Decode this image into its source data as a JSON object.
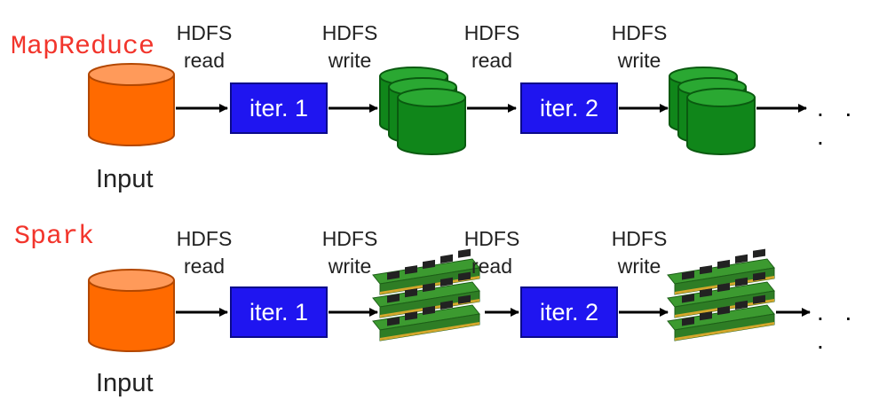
{
  "rows": [
    {
      "title": "MapReduce",
      "input_label": "Input",
      "iterations": [
        "iter. 1",
        "iter. 2"
      ],
      "storage": "disk",
      "hdfs_labels": [
        {
          "top": "HDFS",
          "bottom": "read"
        },
        {
          "top": "HDFS",
          "bottom": "write"
        },
        {
          "top": "HDFS",
          "bottom": "read"
        },
        {
          "top": "HDFS",
          "bottom": "write"
        }
      ],
      "continuation": ". . ."
    },
    {
      "title": "Spark",
      "input_label": "Input",
      "iterations": [
        "iter. 1",
        "iter. 2"
      ],
      "storage": "memory",
      "hdfs_labels": [
        {
          "top": "HDFS",
          "bottom": "read"
        },
        {
          "top": "HDFS",
          "bottom": "write"
        },
        {
          "top": "HDFS",
          "bottom": "read"
        },
        {
          "top": "HDFS",
          "bottom": "write"
        }
      ],
      "continuation": ". . ."
    }
  ],
  "colors": {
    "title": "#f2352c",
    "input_cylinder": "#ff6a00",
    "iteration_box": "#1f15f0",
    "disk_cylinder": "#0f8a12",
    "memory_pcb": "#3c9a30",
    "arrow": "#000000"
  },
  "icons": [
    "cylinder-icon",
    "disk-stack-icon",
    "ram-stick-icon",
    "arrow-icon"
  ]
}
